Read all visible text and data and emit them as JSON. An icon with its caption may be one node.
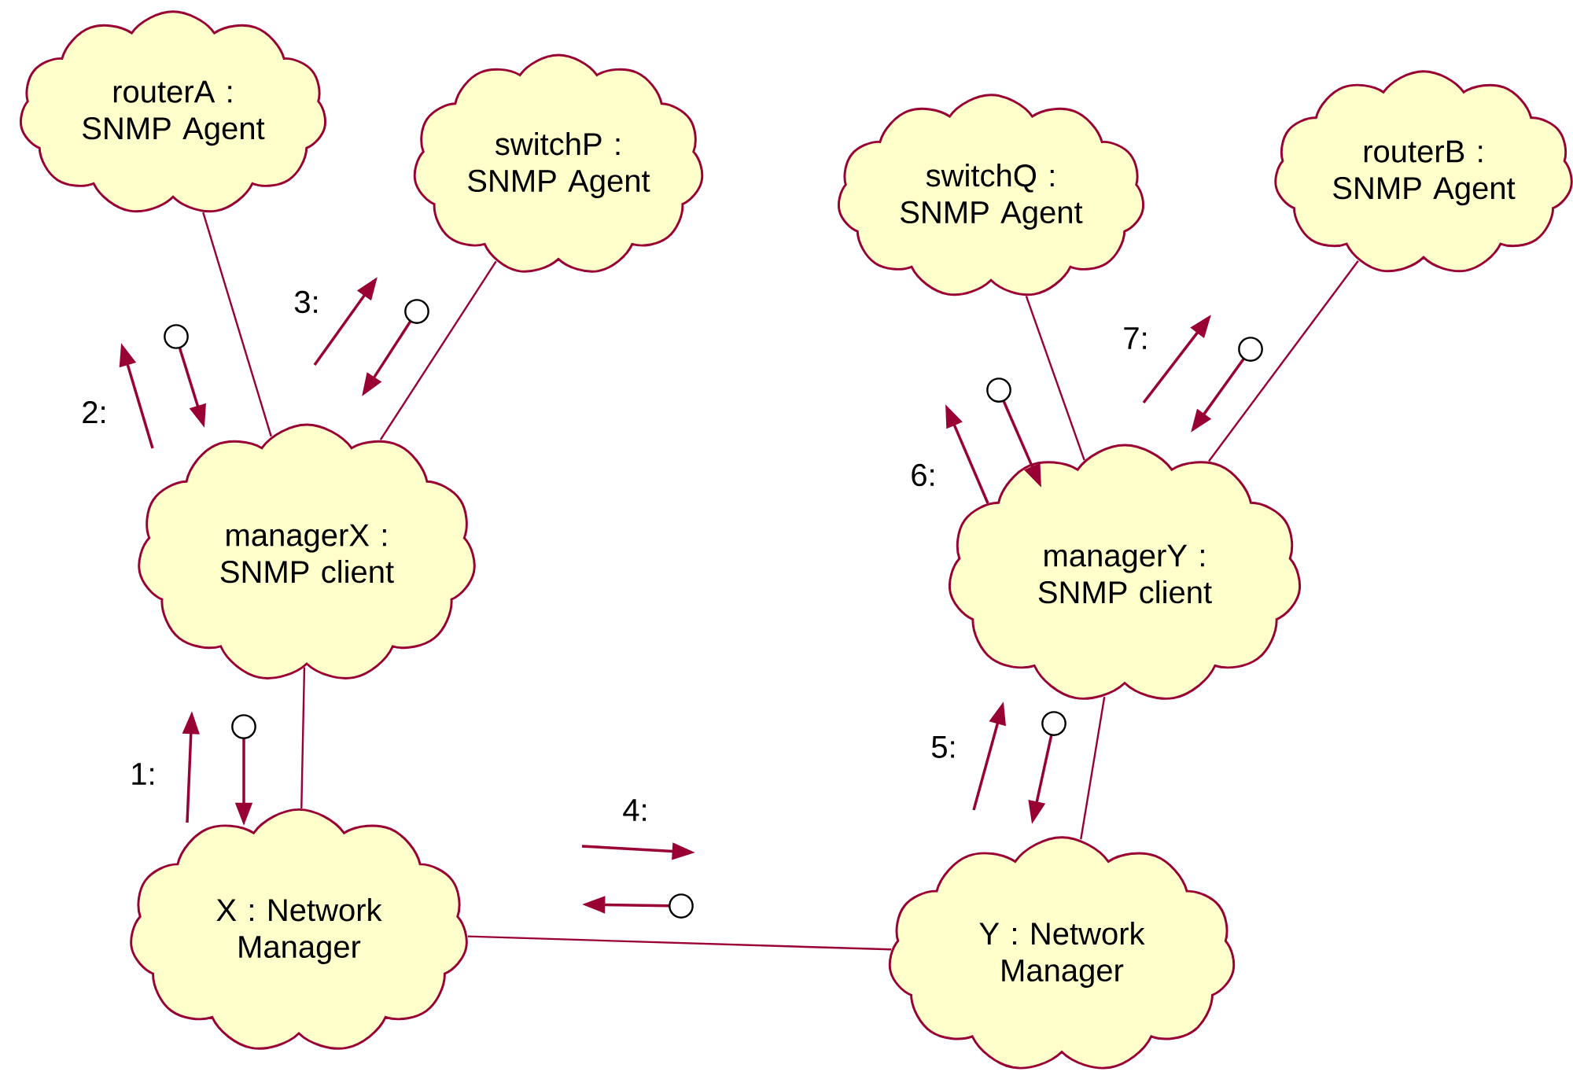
{
  "diagram": {
    "nodes": [
      {
        "text": [
          "routerA : SNMP Agent"
        ]
      },
      {
        "text": [
          "switchP : SNMP Agent"
        ]
      },
      {
        "text": [
          "switchQ : SNMP Agent"
        ]
      },
      {
        "text": [
          "routerB : SNMP Agent"
        ]
      },
      {
        "text": [
          "managerX : SNMP client"
        ]
      },
      {
        "text": [
          "managerY : SNMP client"
        ]
      },
      {
        "text": [
          "X : Network Manager"
        ]
      },
      {
        "text": [
          "Y : Network Manager"
        ]
      }
    ],
    "edges": [
      {
        "from": 0,
        "to": 4,
        "arrow": "none"
      },
      {
        "from": 1,
        "to": 4,
        "arrow": "none"
      },
      {
        "from": 4,
        "to": 6,
        "arrow": "none"
      },
      {
        "from": 6,
        "to": 7,
        "arrow": "none"
      },
      {
        "from": 2,
        "to": 5,
        "arrow": "none"
      },
      {
        "from": 3,
        "to": 5,
        "arrow": "none"
      },
      {
        "from": 5,
        "to": 7,
        "arrow": "none"
      }
    ],
    "labels": [
      "1:",
      "2:",
      "3:",
      "4:",
      "5:",
      "6:",
      "7:"
    ]
  }
}
